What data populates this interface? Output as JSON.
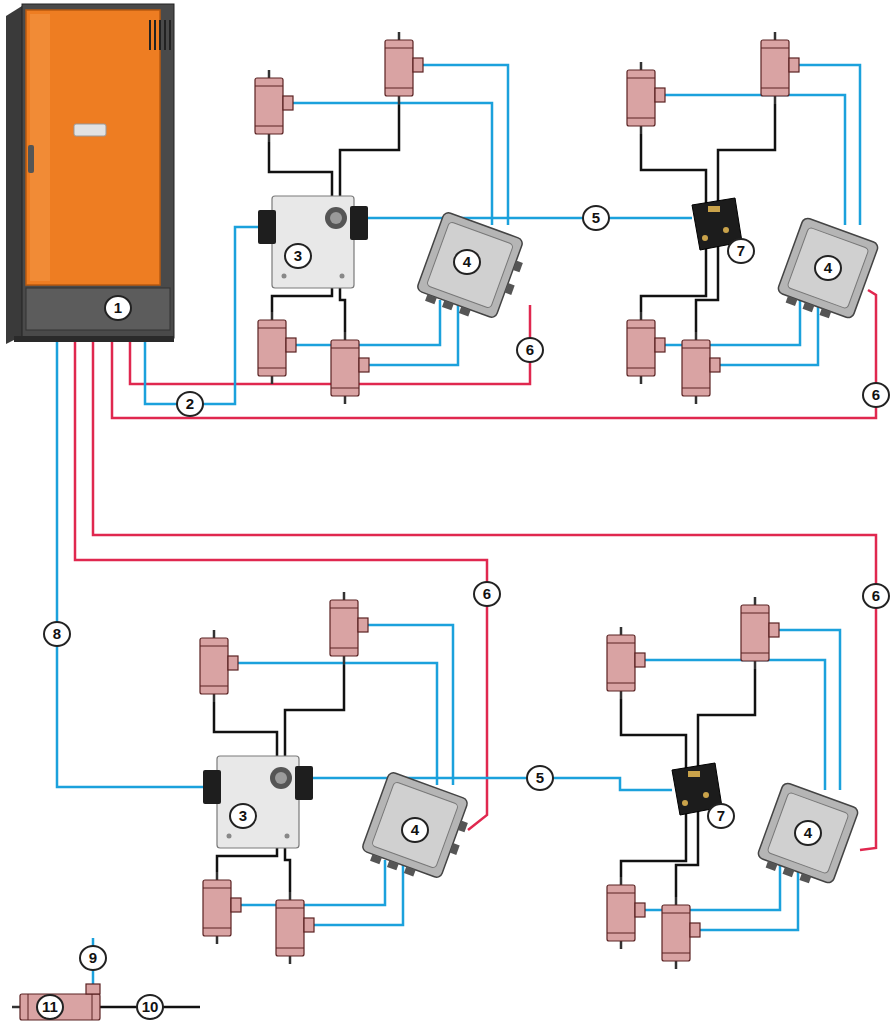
{
  "diagram": {
    "labels": [
      "3",
      "4",
      "5",
      "7",
      "4",
      "1",
      "2",
      "6",
      "6",
      "8",
      "6",
      "6",
      "5",
      "7",
      "3",
      "4",
      "4",
      "9",
      "10",
      "11"
    ]
  }
}
